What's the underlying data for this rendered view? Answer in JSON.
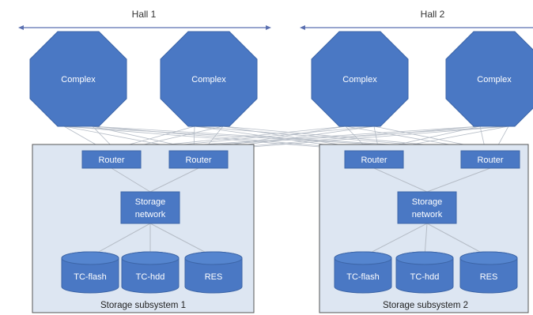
{
  "colors": {
    "node_fill": "#4a78c4",
    "node_stroke": "#3d66a8",
    "subsystem_fill": "#dde6f2",
    "subsystem_stroke": "#555555",
    "link": "#b5bcc6",
    "arrow": "#5a6fb0"
  },
  "halls": [
    {
      "label": "Hall 1"
    },
    {
      "label": "Hall 2"
    }
  ],
  "complexes": [
    {
      "label": "Complex"
    },
    {
      "label": "Complex"
    },
    {
      "label": "Complex"
    },
    {
      "label": "Complex"
    }
  ],
  "subsystems": [
    {
      "label": "Storage subsystem 1",
      "routers": [
        {
          "label": "Router"
        },
        {
          "label": "Router"
        }
      ],
      "network": {
        "line1": "Storage",
        "line2": "network"
      },
      "tiers": [
        {
          "label": "TC-flash"
        },
        {
          "label": "TC-hdd"
        },
        {
          "label": "RES"
        }
      ]
    },
    {
      "label": "Storage subsystem 2",
      "routers": [
        {
          "label": "Router"
        },
        {
          "label": "Router"
        }
      ],
      "network": {
        "line1": "Storage",
        "line2": "network"
      },
      "tiers": [
        {
          "label": "TC-flash"
        },
        {
          "label": "TC-hdd"
        },
        {
          "label": "RES"
        }
      ]
    }
  ]
}
